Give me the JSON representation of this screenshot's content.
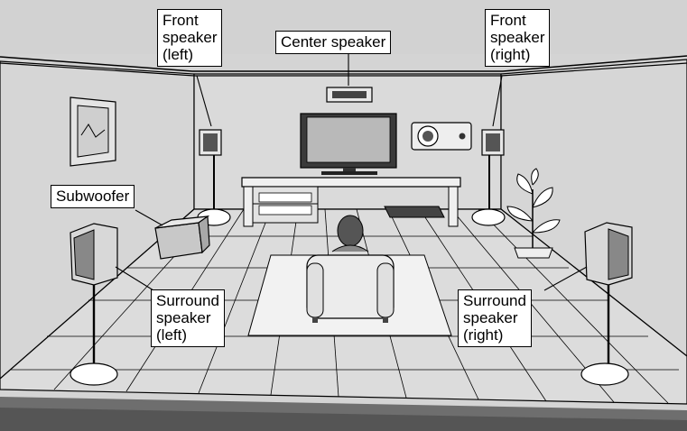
{
  "colors": {
    "background": "#d4d4d4",
    "floor": "#dcdcdc",
    "wall": "#d6d6d6",
    "outline": "#000000",
    "label_bg": "#ffffff",
    "bottom_bar": "#6e6e6e"
  },
  "labels": {
    "front_left": [
      "Front",
      "speaker",
      "(left)"
    ],
    "center": [
      "Center speaker"
    ],
    "front_right": [
      "Front",
      "speaker",
      "(right)"
    ],
    "subwoofer": [
      "Subwoofer"
    ],
    "surround_left": [
      "Surround",
      "speaker",
      "(left)"
    ],
    "surround_right": [
      "Surround",
      "speaker",
      "(right)"
    ]
  }
}
